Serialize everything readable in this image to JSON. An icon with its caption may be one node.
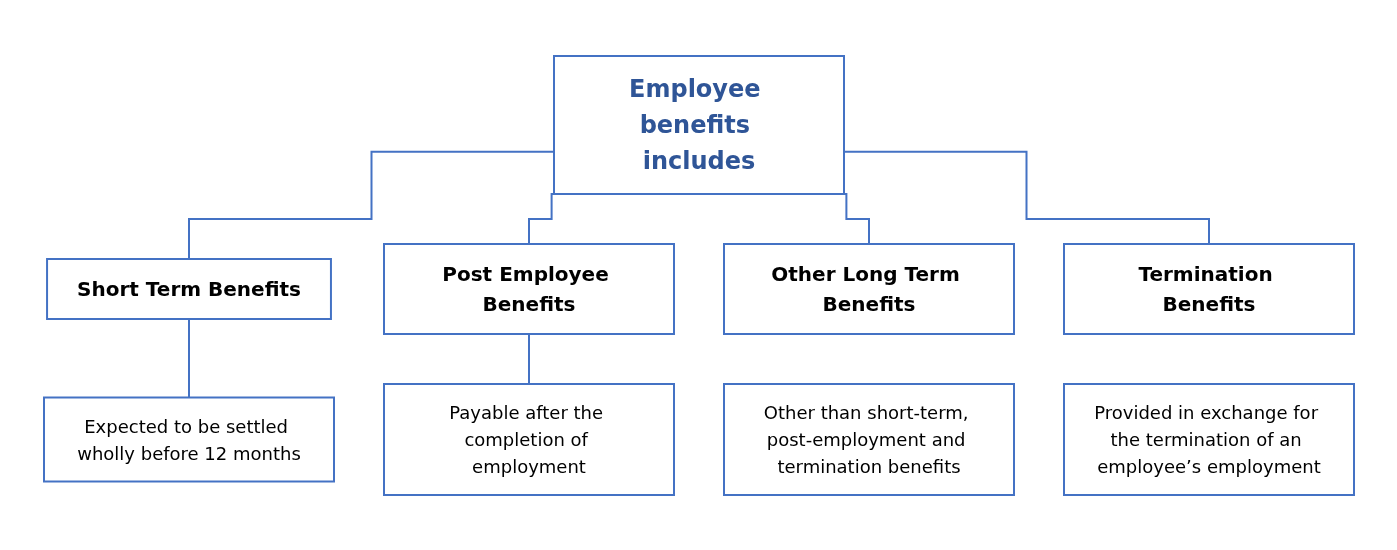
{
  "diagram": {
    "nodes": [
      {
        "text": [
          "Employee benefits includes"
        ]
      },
      {
        "text": [
          "Short Term Benefits"
        ]
      },
      {
        "text": [
          "Post Employee Benefits"
        ]
      },
      {
        "text": [
          "Other Long Term Benefits"
        ]
      },
      {
        "text": [
          "Termination Benefits"
        ]
      },
      {
        "text": [
          "Expected to be settled wholly before 12 months"
        ]
      },
      {
        "text": [
          "Payable after the completion of employment"
        ]
      },
      {
        "text": [
          "Other than short-term, post-employment and termination benefits"
        ]
      },
      {
        "text": [
          "Provided in exchange for the termination of an employee’s employment"
        ]
      }
    ],
    "edges": [
      {
        "from": 0,
        "to": 1,
        "arrow": "none"
      },
      {
        "from": 0,
        "to": 2,
        "arrow": "none"
      },
      {
        "from": 0,
        "to": 3,
        "arrow": "none"
      },
      {
        "from": 0,
        "to": 4,
        "arrow": "none"
      },
      {
        "from": 1,
        "to": 5,
        "arrow": "none"
      },
      {
        "from": 2,
        "to": 6,
        "arrow": "none"
      }
    ]
  }
}
